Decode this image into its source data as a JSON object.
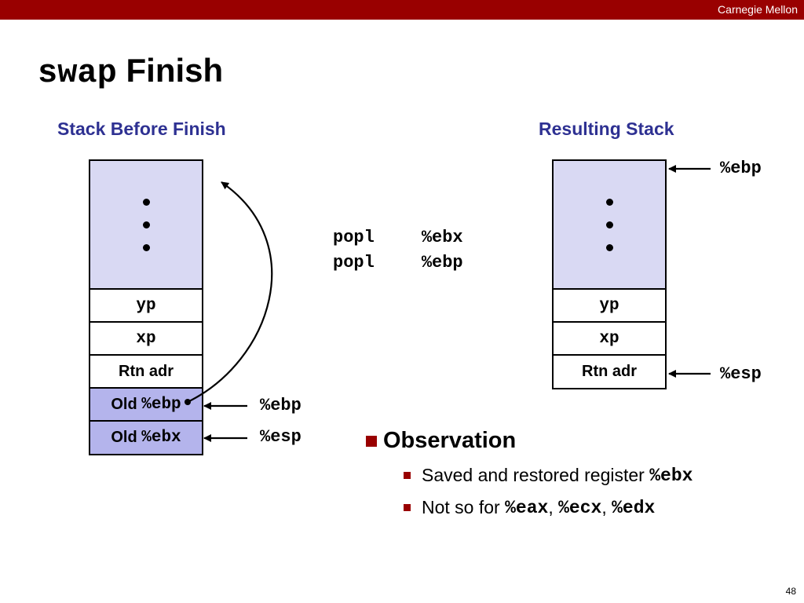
{
  "header": {
    "brand": "Carnegie Mellon"
  },
  "title": {
    "code": "swap",
    "text": "Finish"
  },
  "left_stack": {
    "heading": "Stack Before Finish",
    "cells": [
      {
        "mono": "yp"
      },
      {
        "mono": "xp"
      },
      {
        "text": "Rtn adr"
      },
      {
        "prefix": "Old ",
        "mono": "%ebp"
      },
      {
        "prefix": "Old ",
        "mono": "%ebx"
      }
    ],
    "pointers": {
      "ebp": "%ebp",
      "esp": "%esp"
    }
  },
  "code": {
    "lines": [
      {
        "op": "popl",
        "arg": "%ebx"
      },
      {
        "op": "popl",
        "arg": "%ebp"
      }
    ]
  },
  "right_stack": {
    "heading": "Resulting Stack",
    "cells": [
      {
        "mono": "yp"
      },
      {
        "mono": "xp"
      },
      {
        "text": "Rtn adr"
      }
    ],
    "pointers": {
      "ebp": "%ebp",
      "esp": "%esp"
    }
  },
  "observation": {
    "heading": "Observation",
    "items": [
      {
        "text": "Saved and restored register ",
        "code": "%ebx"
      },
      {
        "code1": "%eax",
        "sep1": ", ",
        "code2": "%ecx",
        "sep2": ", ",
        "code3": "%edx",
        "text": "Not so for "
      }
    ]
  },
  "page_number": "48",
  "colors": {
    "topbar": "#990000",
    "heading": "#2e3192",
    "stack_top": "#d9d9f3",
    "stack_saved": "#b4b4ec"
  }
}
